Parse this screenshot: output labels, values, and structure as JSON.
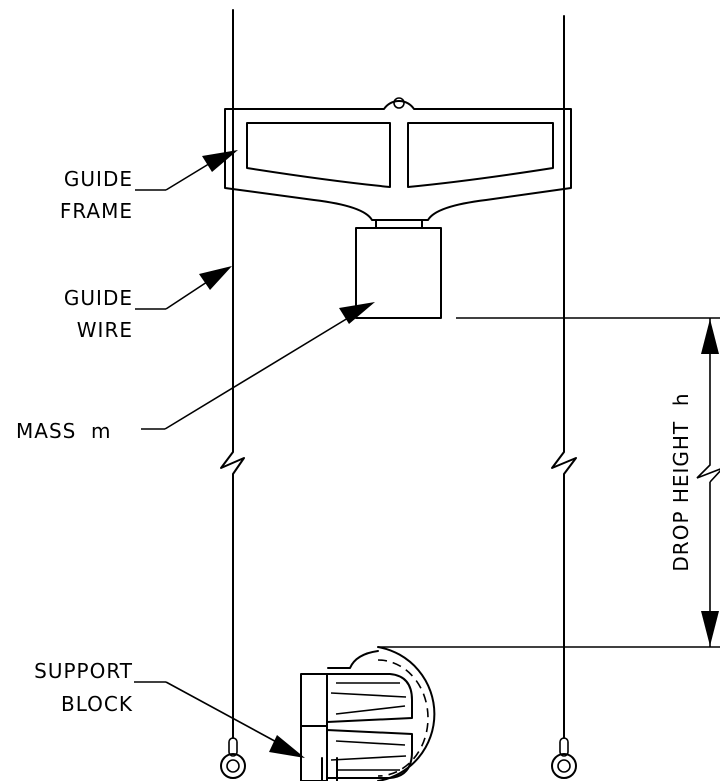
{
  "diagram": {
    "labels": {
      "guide_frame_line1": "GUIDE",
      "guide_frame_line2": "FRAME",
      "guide_wire_line1": "GUIDE",
      "guide_wire_line2": "WIRE",
      "mass": "MASS  m",
      "drop_height": "DROP HEIGHT  h",
      "support_block_line1": "SUPPORT",
      "support_block_line2": "BLOCK"
    },
    "colors": {
      "ink": "#000000",
      "background": "#ffffff"
    }
  }
}
